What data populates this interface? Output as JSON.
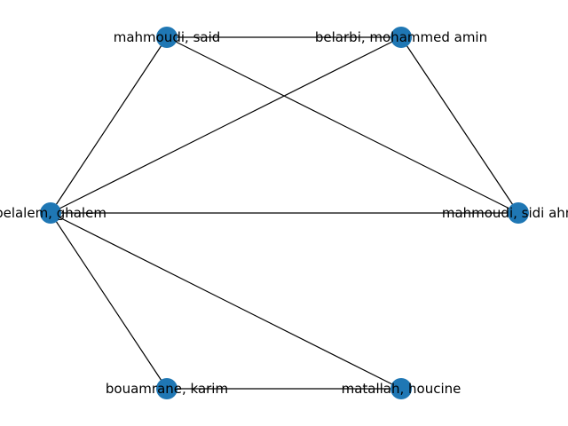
{
  "graph": {
    "node_color": "#1f77b4",
    "edge_color": "#000000",
    "nodes": [
      {
        "id": "n1",
        "label": "mahmoudi, said"
      },
      {
        "id": "n2",
        "label": "belarbi, mohammed amin"
      },
      {
        "id": "n3",
        "label": "belalem, ghalem"
      },
      {
        "id": "n4",
        "label": "mahmoudi, sidi ahmed"
      },
      {
        "id": "n5",
        "label": "bouamrane, karim"
      },
      {
        "id": "n6",
        "label": "matallah, houcine"
      }
    ],
    "edges": [
      {
        "source": "n1",
        "target": "n2"
      },
      {
        "source": "n1",
        "target": "n3"
      },
      {
        "source": "n1",
        "target": "n4"
      },
      {
        "source": "n2",
        "target": "n3"
      },
      {
        "source": "n2",
        "target": "n4"
      },
      {
        "source": "n3",
        "target": "n4"
      },
      {
        "source": "n3",
        "target": "n5"
      },
      {
        "source": "n3",
        "target": "n6"
      },
      {
        "source": "n5",
        "target": "n6"
      }
    ]
  }
}
